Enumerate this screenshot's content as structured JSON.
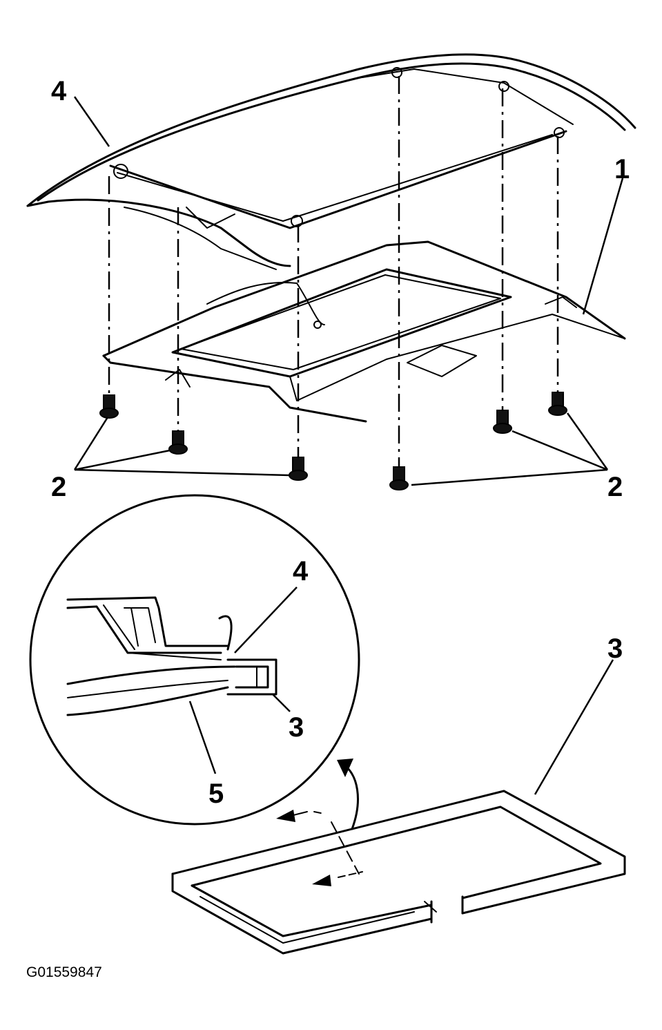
{
  "diagram": {
    "callouts": {
      "headliner_top": "4",
      "sunroof_module": "1",
      "bolts_left": "2",
      "bolts_right": "2",
      "trim_bottom": "3",
      "detail_headliner": "4",
      "detail_trim": "3",
      "detail_seal": "5"
    },
    "figure_id": "G01559847"
  }
}
